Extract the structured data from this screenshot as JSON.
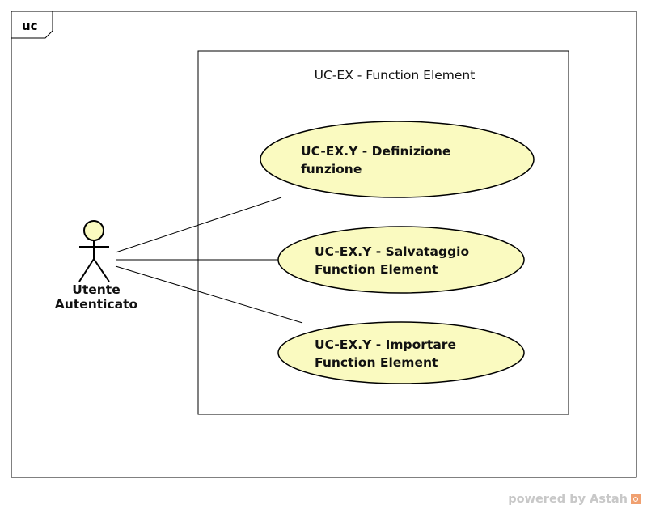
{
  "frame": {
    "tab_label": "uc"
  },
  "system": {
    "title": "UC-EX - Function Element"
  },
  "actor": {
    "name": "Utente Autenticato"
  },
  "use_cases": [
    {
      "line1": "UC-EX.Y - Definizione",
      "line2": "funzione"
    },
    {
      "line1": "UC-EX.Y - Salvataggio",
      "line2": "Function Element"
    },
    {
      "line1": "UC-EX.Y - Importare",
      "line2": "Function Element"
    }
  ],
  "colors": {
    "use_case_fill": "#fafac0",
    "actor_head_fill": "#fafac0",
    "stroke": "#000000"
  },
  "watermark": {
    "text": "powered by Astah"
  }
}
